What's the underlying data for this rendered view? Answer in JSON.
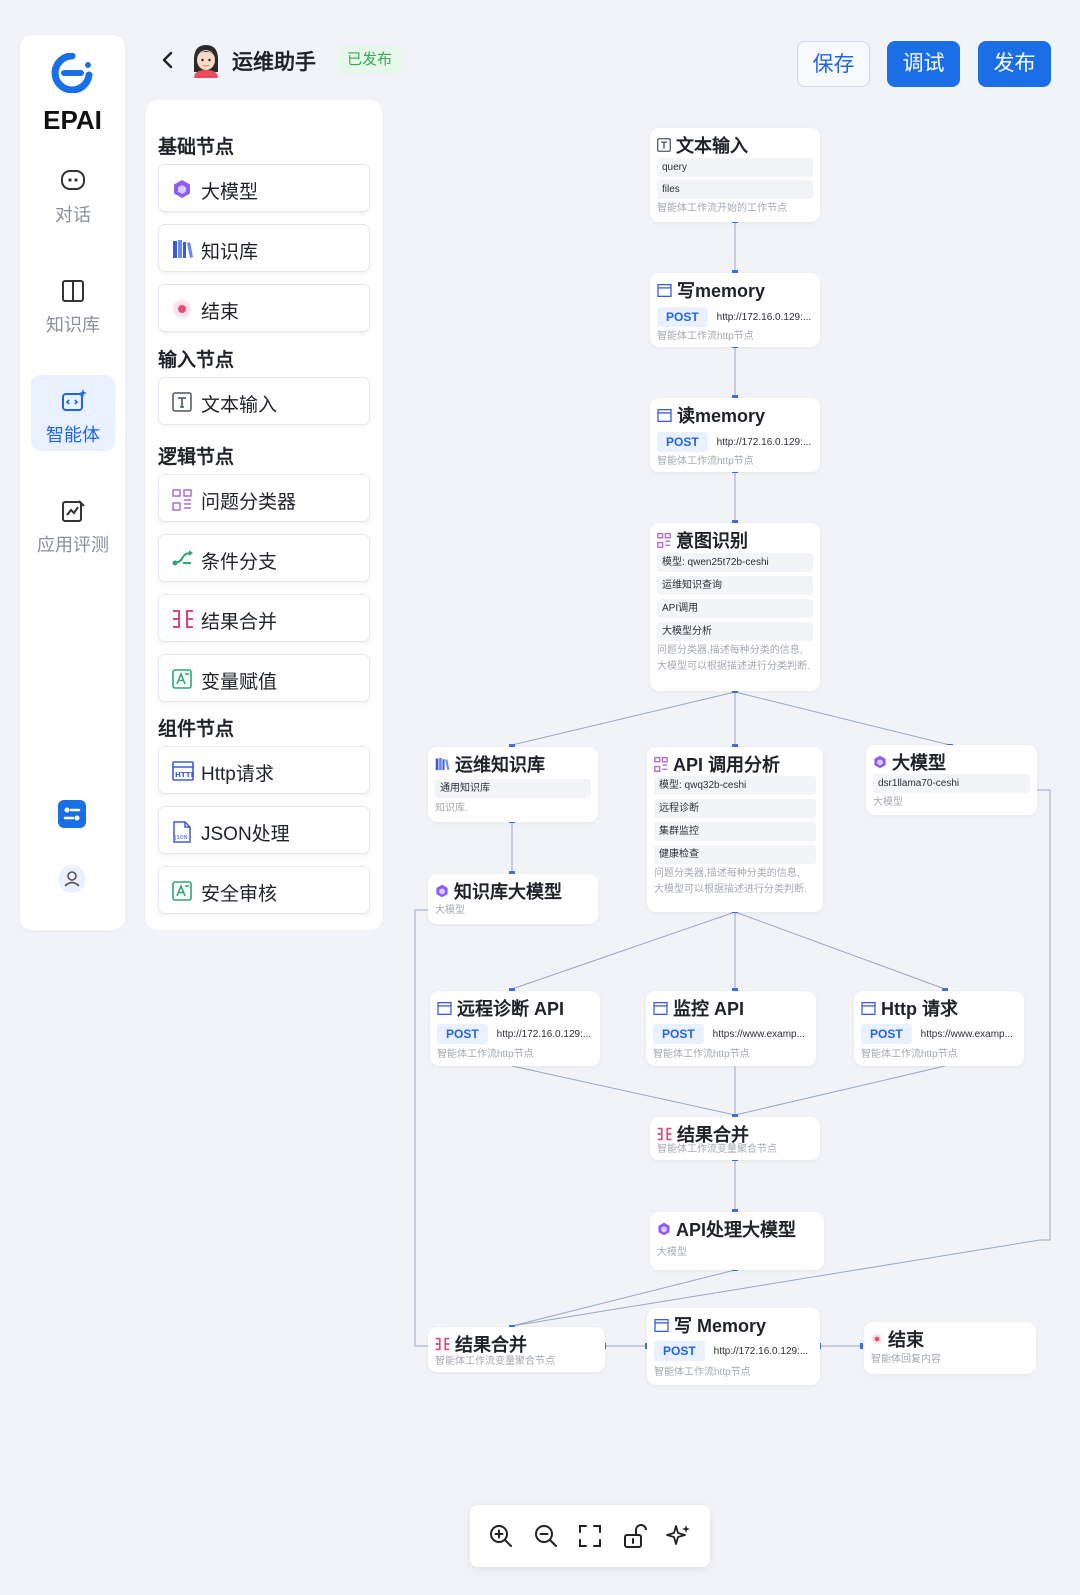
{
  "brand": {
    "name": "EPAI",
    "accent": "#1b6fe6"
  },
  "nav": [
    {
      "label": "对话",
      "icon": "chat-icon"
    },
    {
      "label": "知识库",
      "icon": "book-icon"
    },
    {
      "label": "智能体",
      "icon": "agent-icon",
      "active": true
    },
    {
      "label": "应用评测",
      "icon": "evaluation-icon"
    }
  ],
  "header": {
    "title": "运维助手",
    "status": "已发布",
    "save": "保存",
    "debug": "调试",
    "publish": "发布"
  },
  "palette": {
    "basic": {
      "title": "基础节点",
      "items": [
        "大模型",
        "知识库",
        "结束"
      ]
    },
    "input": {
      "title": "输入节点",
      "items": [
        "文本输入"
      ]
    },
    "logic": {
      "title": "逻辑节点",
      "items": [
        "问题分类器",
        "条件分支",
        "结果合并",
        "变量赋值"
      ]
    },
    "component": {
      "title": "组件节点",
      "items": [
        "Http请求",
        "JSON处理",
        "安全审核"
      ]
    }
  },
  "nodes": {
    "text_input": {
      "title": "文本输入",
      "rows": [
        "query",
        "files"
      ],
      "desc": "智能体工作流开始的工作节点"
    },
    "write_memory": {
      "title": "写memory",
      "method": "POST",
      "url": "http://172.16.0.129:...",
      "desc": "智能体工作流http节点"
    },
    "read_memory": {
      "title": "读memory",
      "method": "POST",
      "url": "http://172.16.0.129:...",
      "desc": "智能体工作流http节点"
    },
    "intent": {
      "title": "意图识别",
      "rows": [
        "模型: qwen25t72b-ceshi",
        "运维知识查询",
        "API调用",
        "大模型分析"
      ],
      "desc1": "问题分类器,描述每种分类的信息,",
      "desc2": "大模型可以根据描述进行分类判断."
    },
    "ops_kb": {
      "title": "运维知识库",
      "rows": [
        "通用知识库"
      ],
      "desc": "知识库."
    },
    "api_analysis": {
      "title": "API 调用分析",
      "rows": [
        "模型: qwq32b-ceshi",
        "远程诊断",
        "集群监控",
        "健康检查"
      ],
      "desc1": "问题分类器,描述每种分类的信息,",
      "desc2": "大模型可以根据描述进行分类判断."
    },
    "llm": {
      "title": "大模型",
      "rows": [
        "dsr1llama70-ceshi"
      ],
      "desc": "大模型"
    },
    "kb_llm": {
      "title": "知识库大模型",
      "desc": "大模型"
    },
    "remote_api": {
      "title": "远程诊断 API",
      "method": "POST",
      "url": "http://172.16.0.129:...",
      "desc": "智能体工作流http节点"
    },
    "monitor_api": {
      "title": "监控 API",
      "method": "POST",
      "url": "https://www.examp...",
      "desc": "智能体工作流http节点"
    },
    "http_req": {
      "title": "Http 请求",
      "method": "POST",
      "url": "https://www.examp...",
      "desc": "智能体工作流http节点"
    },
    "merge1": {
      "title": "结果合并",
      "desc": "智能体工作流变量聚合节点"
    },
    "api_llm": {
      "title": "API处理大模型",
      "desc": "大模型"
    },
    "merge2": {
      "title": "结果合并",
      "desc": "智能体工作流变量聚合节点"
    },
    "write_memory2": {
      "title": "写 Memory",
      "method": "POST",
      "url": "http://172.16.0.129:...",
      "desc": "智能体工作流http节点"
    },
    "end": {
      "title": "结束",
      "desc": "智能体回复内容"
    }
  }
}
